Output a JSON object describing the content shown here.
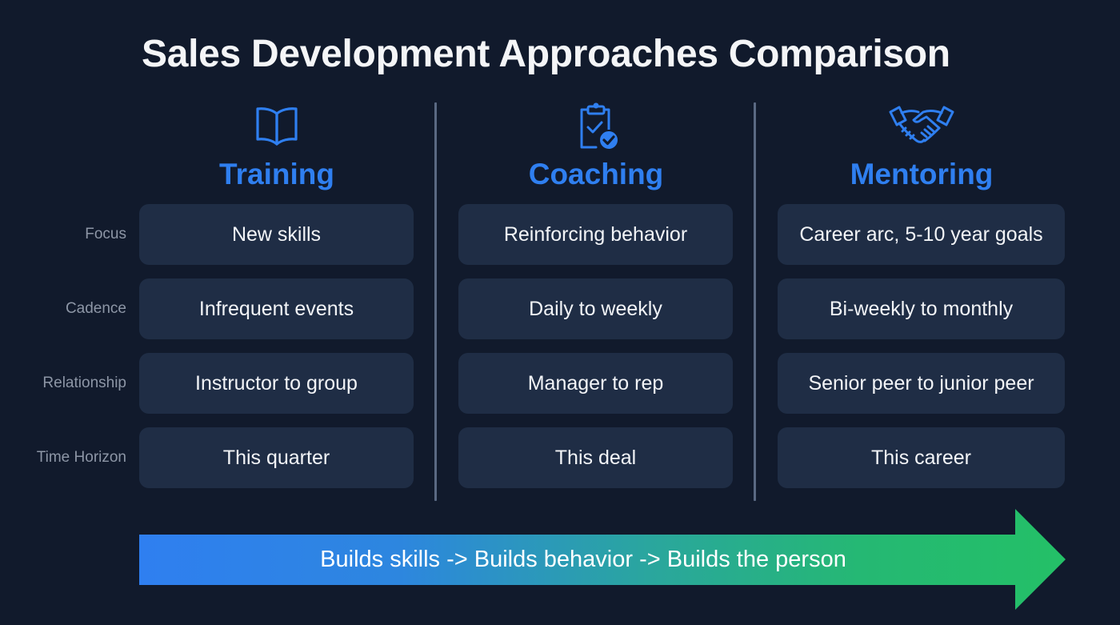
{
  "title": "Sales Development Approaches Comparison",
  "columns": [
    {
      "name": "Training",
      "icon": "book-icon"
    },
    {
      "name": "Coaching",
      "icon": "clipboard-check-icon"
    },
    {
      "name": "Mentoring",
      "icon": "handshake-icon"
    }
  ],
  "rows": [
    {
      "label": "Focus",
      "values": [
        "New skills",
        "Reinforcing behavior",
        "Career arc, 5-10 year goals"
      ]
    },
    {
      "label": "Cadence",
      "values": [
        "Infrequent events",
        "Daily to weekly",
        "Bi-weekly to monthly"
      ]
    },
    {
      "label": "Relationship",
      "values": [
        "Instructor to group",
        "Manager to rep",
        "Senior peer to junior peer"
      ]
    },
    {
      "label": "Time Horizon",
      "values": [
        "This quarter",
        "This deal",
        "This career"
      ]
    }
  ],
  "arrow": {
    "text": "Builds skills -> Builds behavior -> Builds the person",
    "gradient_start": "#2f7ff0",
    "gradient_end": "#23bf67"
  },
  "colors": {
    "background": "#111a2c",
    "accent": "#2f7ff0",
    "cell": "#1f2d45",
    "label": "#8d96a6"
  }
}
